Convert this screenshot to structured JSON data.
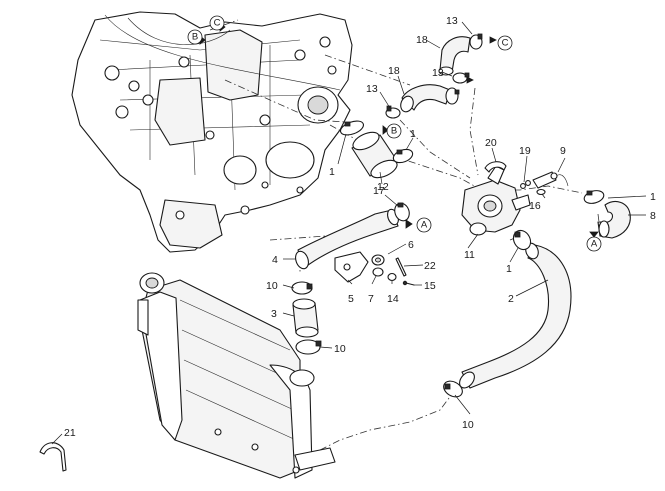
{
  "callouts": {
    "c1a": "1",
    "c1b": "1",
    "c1c": "1",
    "c1d": "1",
    "c2": "2",
    "c3": "3",
    "c4": "4",
    "c5": "5",
    "c6": "6",
    "c7": "7",
    "c8": "8",
    "c9": "9",
    "c10a": "10",
    "c10b": "10",
    "c10c": "10",
    "c11": "11",
    "c12": "12",
    "c13a": "13",
    "c13b": "13",
    "c13c": "13",
    "c14": "14",
    "c15": "15",
    "c16": "16",
    "c17": "17",
    "c18a": "18",
    "c18b": "18",
    "c19": "19",
    "c20": "20",
    "c21": "21",
    "c22": "22"
  },
  "refs": {
    "a1": "A",
    "a2": "A",
    "b1": "B",
    "b2": "B",
    "cc1": "C",
    "cc2": "C"
  }
}
